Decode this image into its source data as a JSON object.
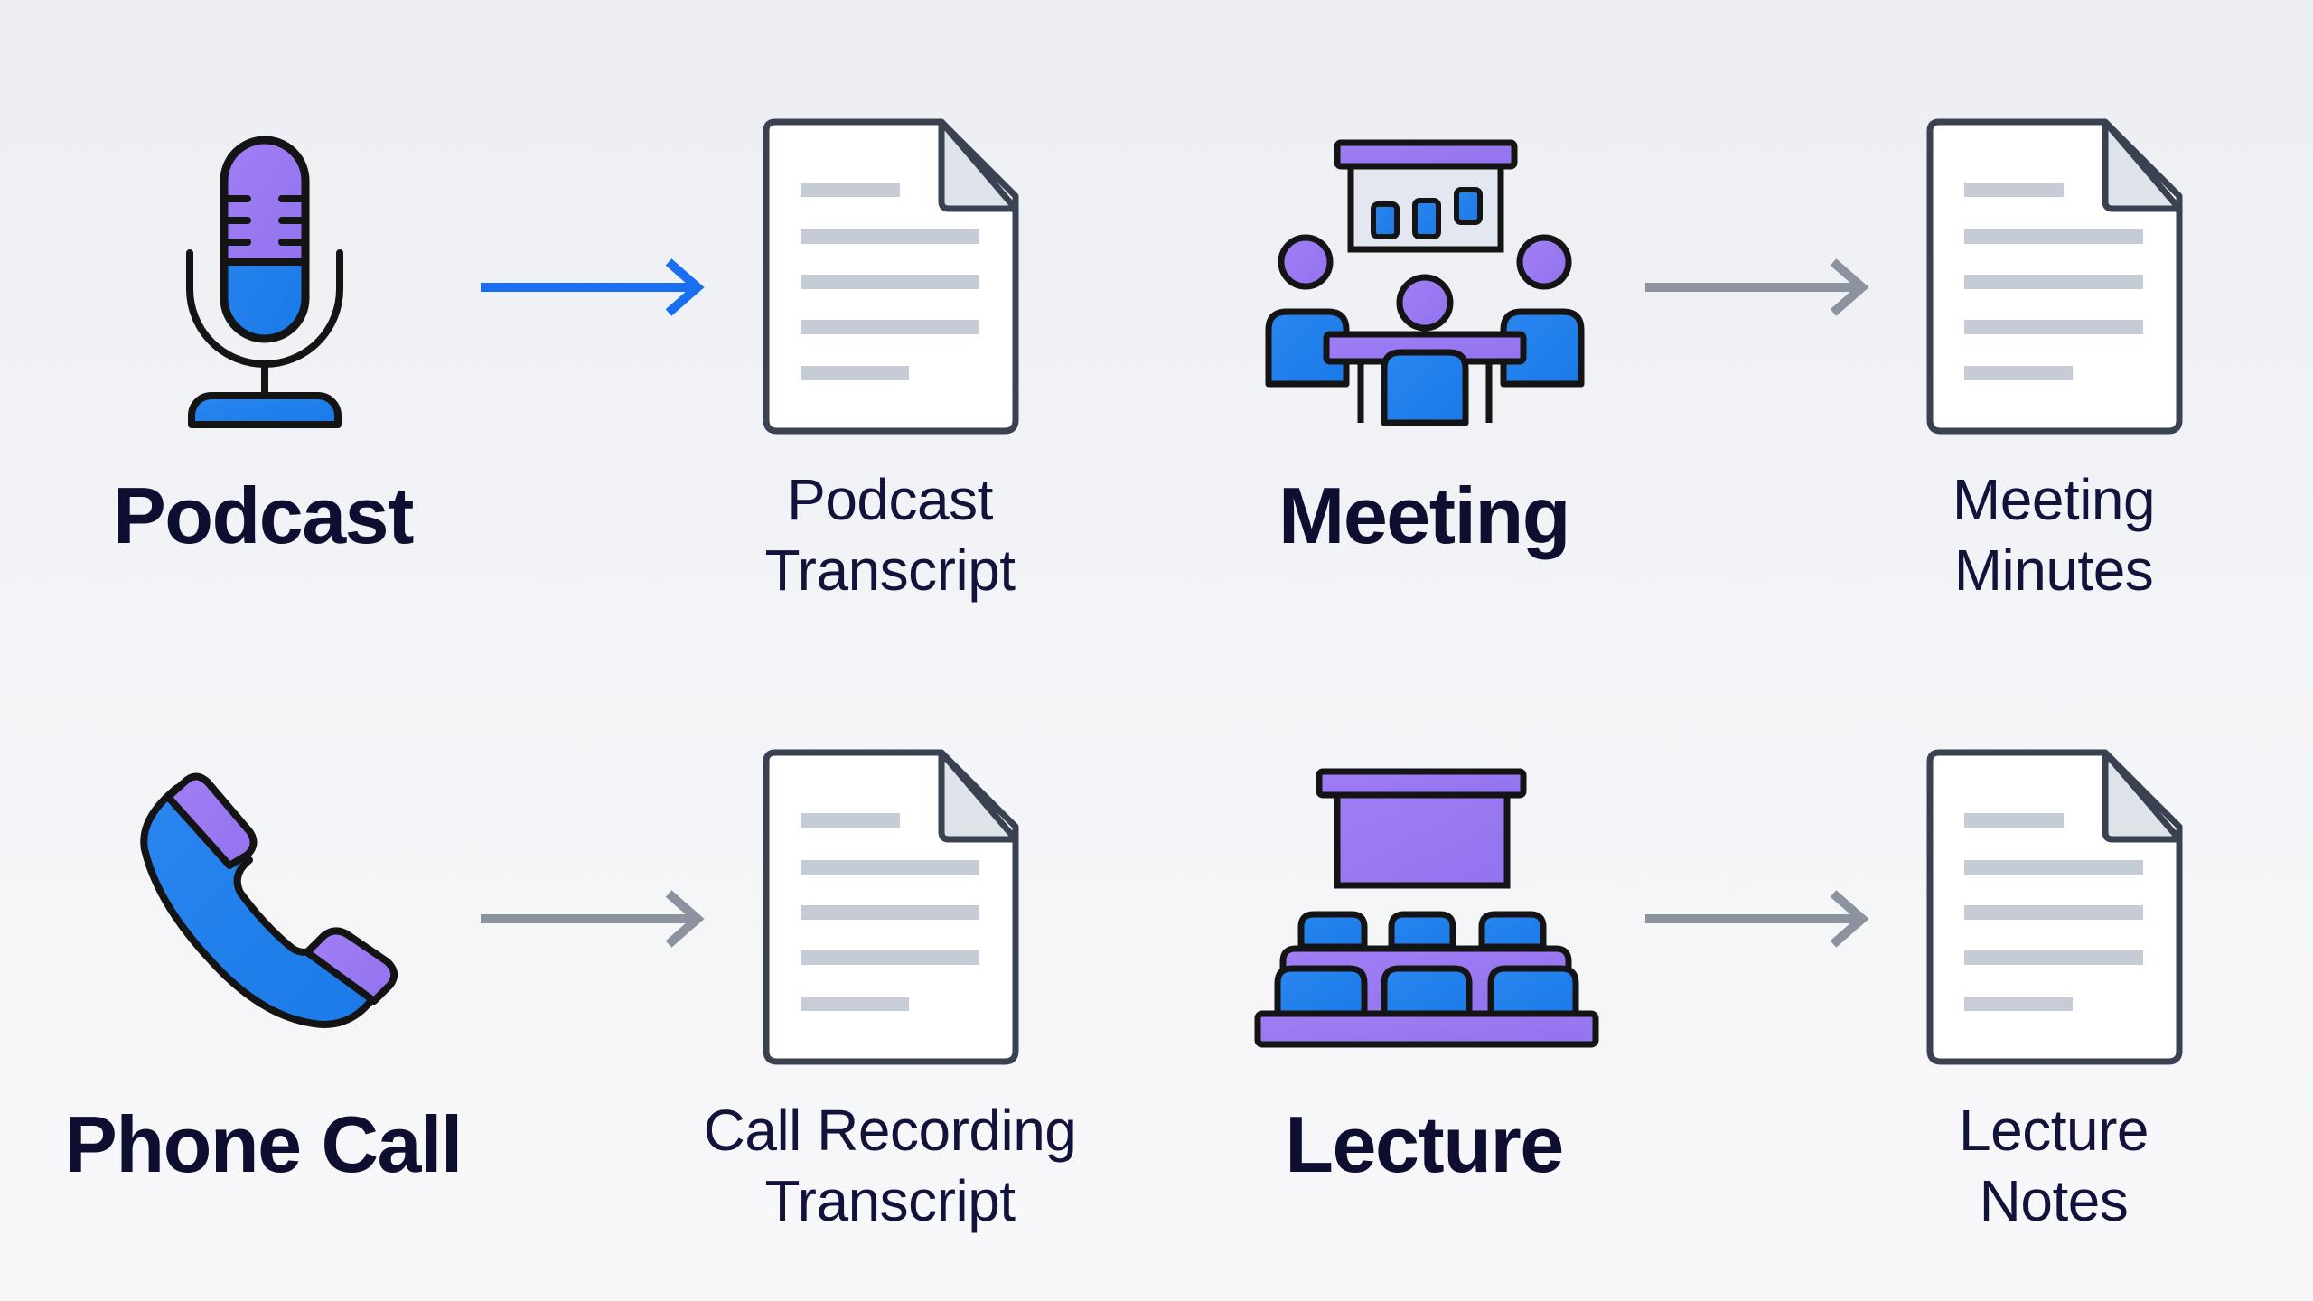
{
  "colors": {
    "purple": "#9b7bf2",
    "blue": "#1f82ec",
    "outline": "#141414",
    "doc_outline": "#3a4150",
    "doc_fold": "#dfe3ea",
    "doc_lines": "#c6ccd6",
    "arrow_active": "#1a6ff0",
    "arrow_inactive": "#8c939e",
    "label_text": "#0d0e30"
  },
  "flows": [
    {
      "source": {
        "label": "Podcast",
        "icon": "microphone-icon"
      },
      "arrow": {
        "state": "active"
      },
      "output": {
        "line1": "Podcast",
        "line2": "Transcript",
        "icon": "document-icon"
      }
    },
    {
      "source": {
        "label": "Meeting",
        "icon": "meeting-icon"
      },
      "arrow": {
        "state": "inactive"
      },
      "output": {
        "line1": "Meeting",
        "line2": "Minutes",
        "icon": "document-icon"
      }
    },
    {
      "source": {
        "label": "Phone Call",
        "icon": "phone-icon"
      },
      "arrow": {
        "state": "inactive"
      },
      "output": {
        "line1": "Call Recording",
        "line2": "Transcript",
        "icon": "document-icon"
      }
    },
    {
      "source": {
        "label": "Lecture",
        "icon": "lecture-hall-icon"
      },
      "arrow": {
        "state": "inactive"
      },
      "output": {
        "line1": "Lecture",
        "line2": "Notes",
        "icon": "document-icon"
      }
    }
  ]
}
